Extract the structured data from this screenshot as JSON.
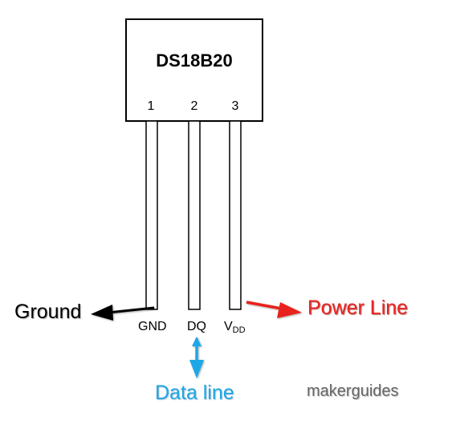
{
  "chip": {
    "title": "DS18B20"
  },
  "pins": [
    {
      "number": "1",
      "name": "GND"
    },
    {
      "number": "2",
      "name": "DQ"
    },
    {
      "number": "3",
      "name": "V",
      "subscript": "DD"
    }
  ],
  "annotations": {
    "ground": "Ground",
    "data": "Data line",
    "power": "Power Line"
  },
  "watermark": "makerguides",
  "colors": {
    "ground_arrow": "#000000",
    "data_arrow": "#1fa7e6",
    "power_arrow": "#e8231f"
  }
}
